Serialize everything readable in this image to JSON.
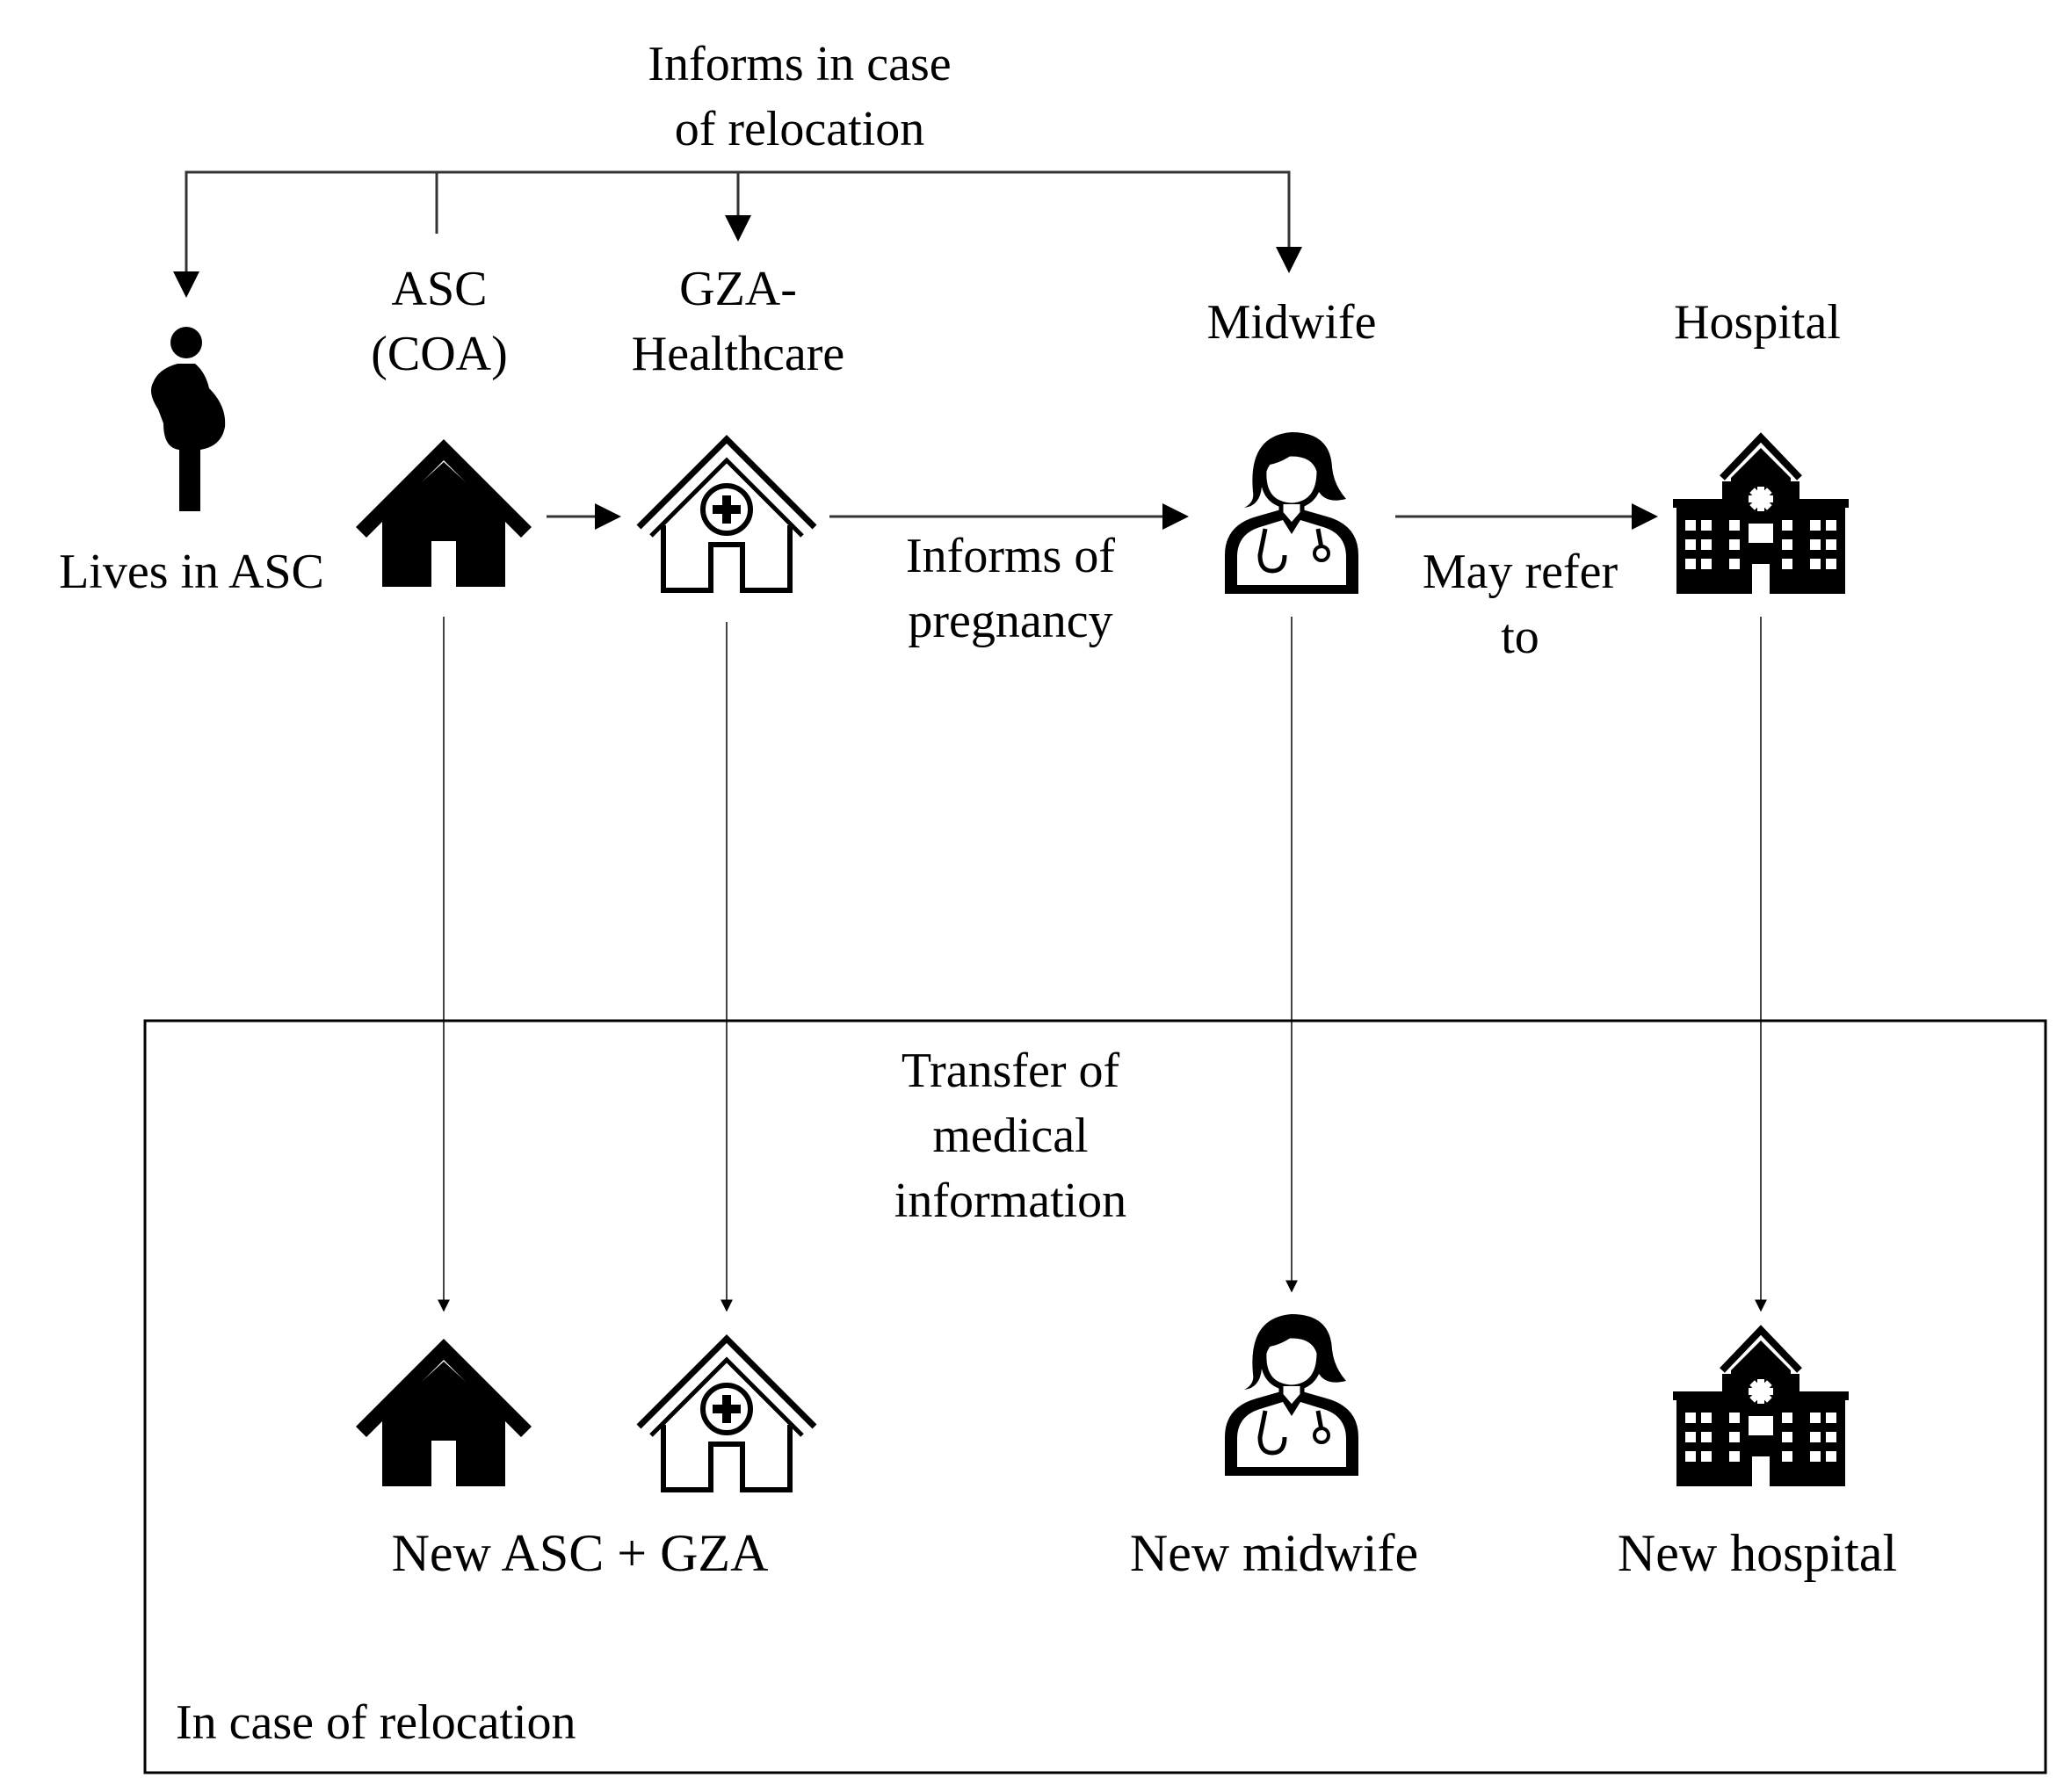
{
  "top_label": "Informs in case\nof relocation",
  "nodes": {
    "person": {
      "label": "Lives in ASC",
      "icon": "pregnant-woman-icon"
    },
    "asc": {
      "label": "ASC\n(COA)",
      "icon": "house-icon"
    },
    "gza": {
      "label": "GZA-\nHealthcare",
      "icon": "health-center-icon"
    },
    "midwife": {
      "label": "Midwife",
      "icon": "midwife-icon"
    },
    "hospital": {
      "label": "Hospital",
      "icon": "hospital-icon"
    }
  },
  "edges": {
    "informs_pregnancy": "Informs of\npregnancy",
    "may_refer": "May refer\nto"
  },
  "relocation_box": {
    "title": "In case of relocation",
    "transfer_label": "Transfer of\nmedical\ninformation",
    "new_asc_gza": "New ASC + GZA",
    "new_midwife": "New midwife",
    "new_hospital": "New hospital"
  },
  "colors": {
    "ink": "#000000",
    "line": "#333333",
    "background": "#ffffff"
  }
}
